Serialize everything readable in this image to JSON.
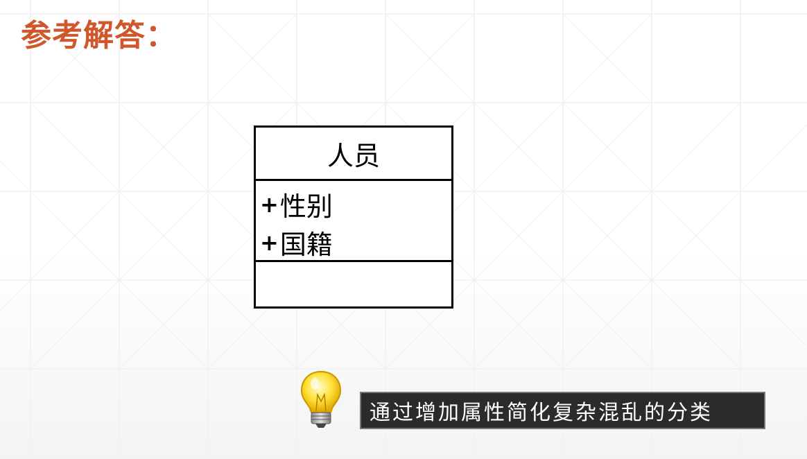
{
  "slide": {
    "title": "参考解答：",
    "title_color": "#d0572b"
  },
  "uml_class": {
    "name": "人员",
    "attributes": [
      {
        "visibility": "+",
        "name": "性别"
      },
      {
        "visibility": "+",
        "name": "国籍"
      }
    ],
    "methods": []
  },
  "tip": {
    "icon": "lightbulb-icon",
    "text": "通过增加属性简化复杂混乱的分类",
    "background": "#2b2b2b",
    "text_color": "#ffffff"
  }
}
